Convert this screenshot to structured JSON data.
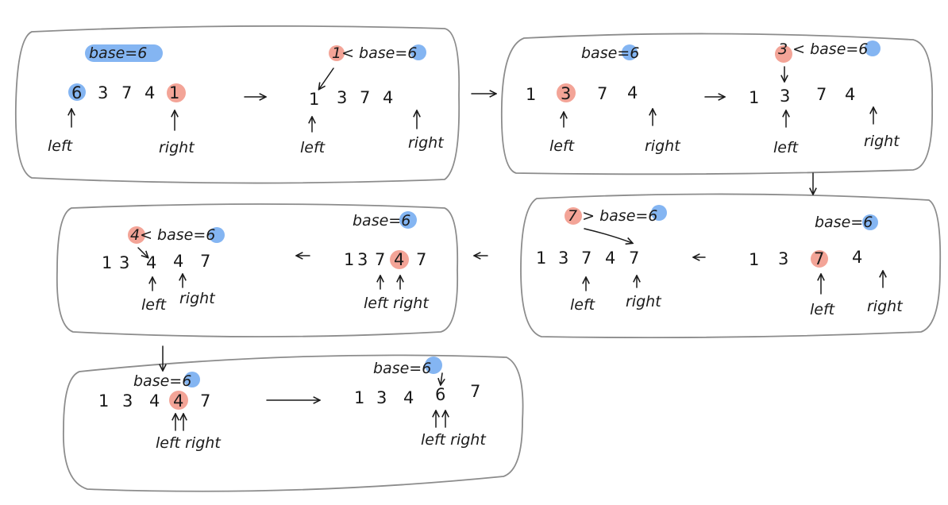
{
  "labels": {
    "left": "left",
    "right": "right",
    "left_right": "left right"
  },
  "colors": {
    "pivot_highlight": "#6ea8f0",
    "compare_highlight": "#f08a7a",
    "ink": "#1a1a1a",
    "frame": "#8c8c8c"
  },
  "steps": [
    {
      "id": 1,
      "base": "base=6",
      "numbers": [
        "6",
        "3",
        "7",
        "4",
        "1"
      ]
    },
    {
      "id": 2,
      "compare": "1< base=6",
      "numbers": [
        "1",
        "3",
        "7",
        "4"
      ]
    },
    {
      "id": 3,
      "base": "base=6",
      "numbers": [
        "1",
        "3",
        "7",
        "4"
      ]
    },
    {
      "id": 4,
      "compare": "3 < base=6",
      "numbers": [
        "1",
        "3",
        "7",
        "4"
      ]
    },
    {
      "id": 5,
      "base": "base=6",
      "numbers": [
        "1",
        "3",
        "7",
        "4"
      ]
    },
    {
      "id": 6,
      "compare": "7 > base=6",
      "numbers": [
        "1",
        "3",
        "7",
        "4",
        "7"
      ]
    },
    {
      "id": 7,
      "base": "base=6",
      "numbers": [
        "1",
        "3",
        "7",
        "4",
        "7"
      ]
    },
    {
      "id": 8,
      "compare": "4< base=6",
      "numbers": [
        "1",
        "3",
        "4",
        "4",
        "7"
      ]
    },
    {
      "id": 9,
      "base": "base=6",
      "numbers": [
        "1",
        "3",
        "4",
        "4",
        "7"
      ]
    },
    {
      "id": 10,
      "base": "base=6",
      "numbers": [
        "1",
        "3",
        "4",
        "6",
        "7"
      ]
    }
  ]
}
